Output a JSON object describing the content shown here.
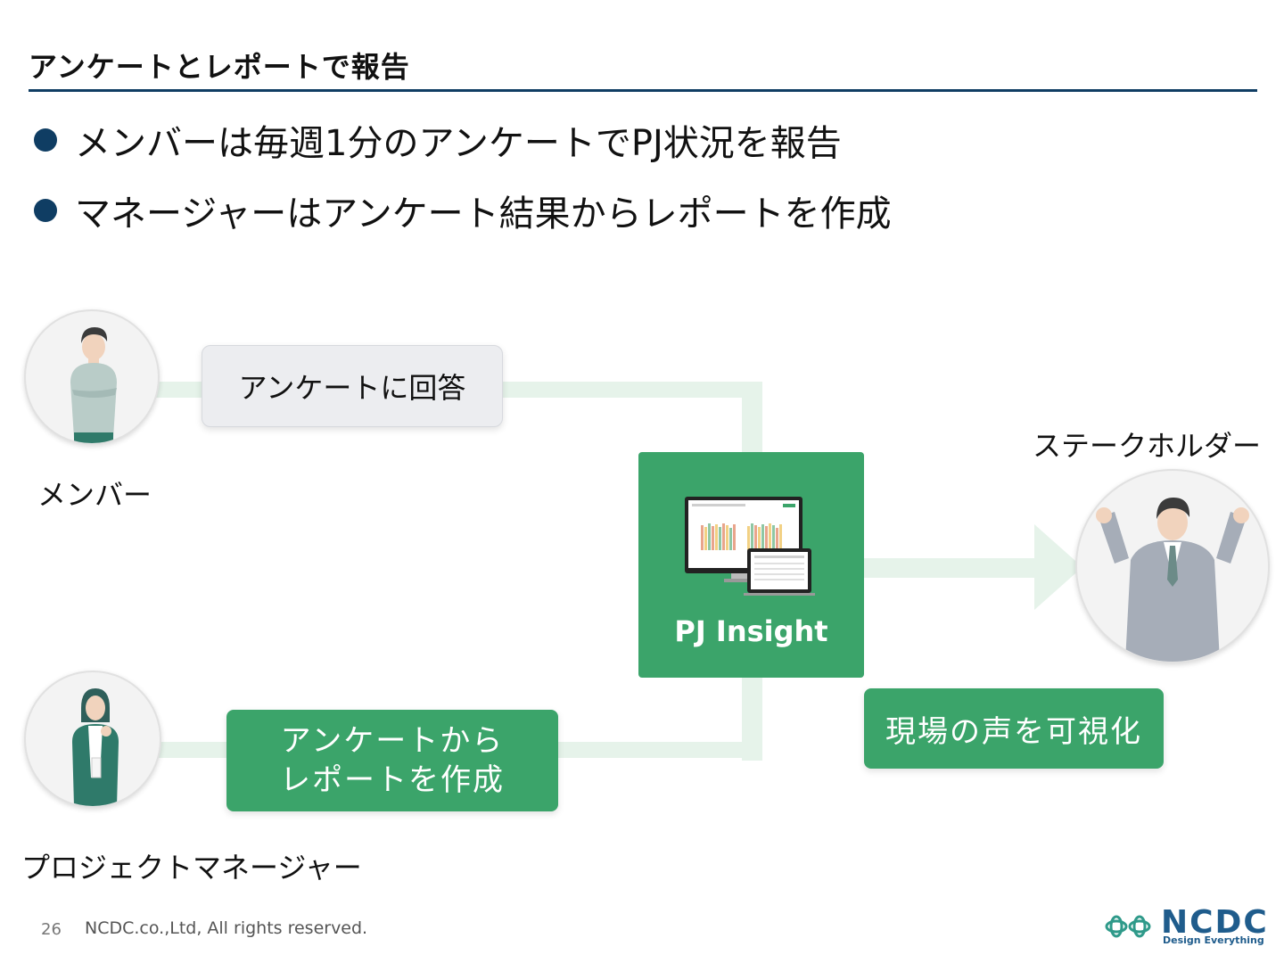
{
  "header": {
    "title": "アンケートとレポートで報告"
  },
  "bullets": [
    "メンバーは毎週1分のアンケートでPJ状況を報告",
    "マネージャーはアンケート結果からレポートを作成"
  ],
  "diagram": {
    "member_label": "メンバー",
    "survey_box": "アンケートに回答",
    "pm_label": "プロジェクトマネージャー",
    "report_box": {
      "line1": "アンケートから",
      "line2": "レポートを作成"
    },
    "product_name": "PJ Insight",
    "stakeholder_label": "ステークホルダー",
    "visualize_box": "現場の声を可視化"
  },
  "footer": {
    "page_number": "26",
    "copyright": "NCDC.co.,Ltd, All rights reserved.",
    "logo_text": "NCDC",
    "logo_tagline": "Design Everything"
  },
  "colors": {
    "navy": "#0f3d63",
    "green": "#3ba46a",
    "light_green": "#e6f3ea",
    "logo_blue": "#1f5c8c"
  }
}
